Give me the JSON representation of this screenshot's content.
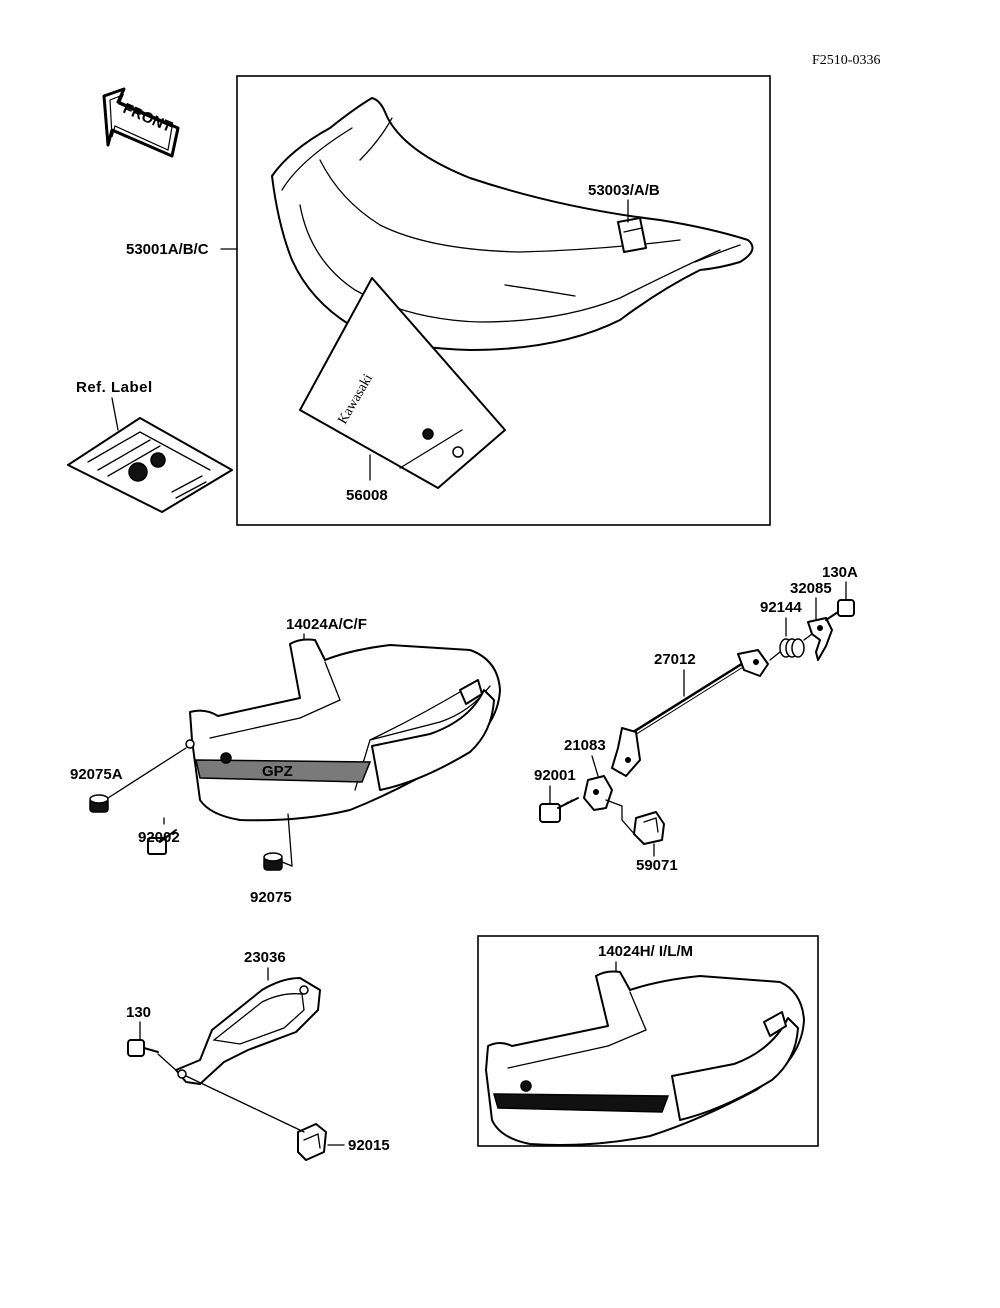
{
  "diagram_code": "F2510-0336",
  "front_arrow_text": "FRONT",
  "labels": {
    "seat": "53001A/B/C",
    "seat_strap": "53003/A/B",
    "ref_label": "Ref.  Label",
    "pouch": "56008",
    "tail_cover_1": "14024A/C/F",
    "nut_92075a": "92075A",
    "bolt_92002": "92002",
    "nut_92075": "92075",
    "cable": "27012",
    "spring_92144": "92144",
    "bracket_32085": "32085",
    "bolt_130a": "130A",
    "lever_21083": "21083",
    "bolt_92001": "92001",
    "holder_59071": "59071",
    "tail_cover_2": "14024H/ I/L/M",
    "hinge_23036": "23036",
    "bolt_130": "130",
    "nut_92015": "92015"
  },
  "tail_cover_decal": "GPZ",
  "pouch_print": "Kawasaki"
}
